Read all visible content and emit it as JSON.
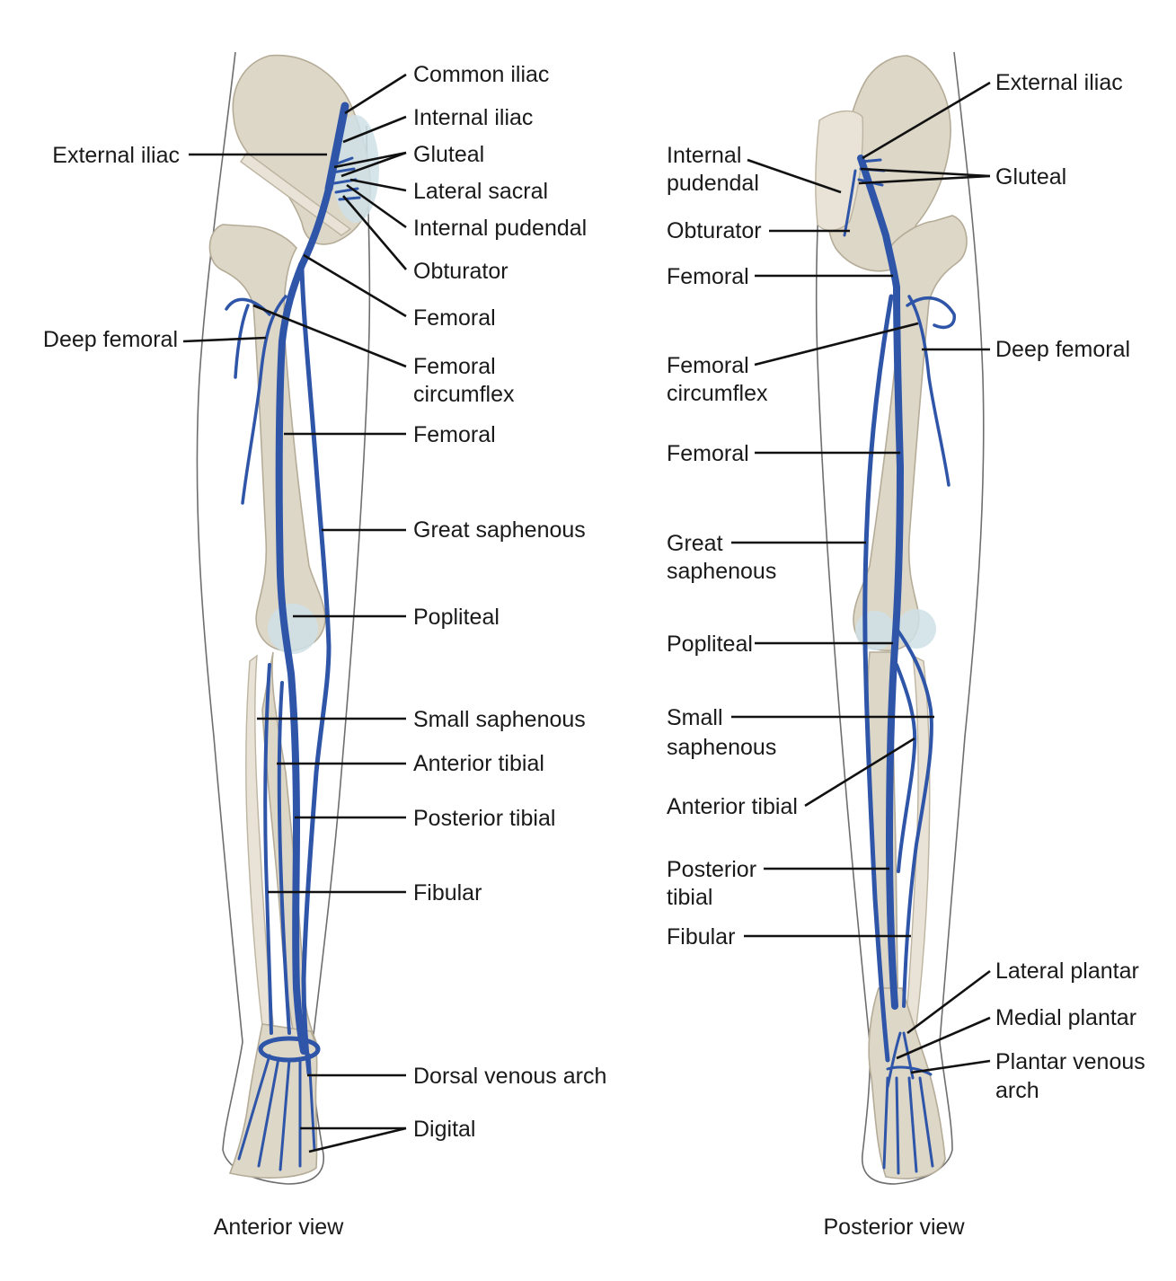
{
  "figure": {
    "views": [
      {
        "caption": "Anterior view",
        "labels": {
          "common_iliac": "Common iliac",
          "internal_iliac": "Internal iliac",
          "external_iliac": "External iliac",
          "gluteal": "Gluteal",
          "lateral_sacral": "Lateral sacral",
          "internal_pudendal": "Internal pudendal",
          "obturator": "Obturator",
          "femoral_upper": "Femoral",
          "deep_femoral": "Deep femoral",
          "femoral_circumflex_1": "Femoral",
          "femoral_circumflex_2": "circumflex",
          "femoral_lower": "Femoral",
          "great_saphenous": "Great saphenous",
          "popliteal": "Popliteal",
          "small_saphenous": "Small saphenous",
          "anterior_tibial": "Anterior tibial",
          "posterior_tibial": "Posterior tibial",
          "fibular": "Fibular",
          "dorsal_venous_arch": "Dorsal venous arch",
          "digital": "Digital"
        }
      },
      {
        "caption": "Posterior view",
        "labels": {
          "external_iliac": "External iliac",
          "internal_pudendal_1": "Internal",
          "internal_pudendal_2": "pudendal",
          "gluteal": "Gluteal",
          "obturator": "Obturator",
          "femoral_upper": "Femoral",
          "deep_femoral": "Deep femoral",
          "femoral_circumflex_1": "Femoral",
          "femoral_circumflex_2": "circumflex",
          "femoral_lower": "Femoral",
          "great_saphenous_1": "Great",
          "great_saphenous_2": "saphenous",
          "popliteal": "Popliteal",
          "small_saphenous_1": "Small",
          "small_saphenous_2": "saphenous",
          "anterior_tibial": "Anterior tibial",
          "posterior_tibial_1": "Posterior",
          "posterior_tibial_2": "tibial",
          "fibular": "Fibular",
          "lateral_plantar": "Lateral plantar",
          "medial_plantar": "Medial plantar",
          "plantar_venous_arch_1": "Plantar venous",
          "plantar_venous_arch_2": "arch"
        }
      }
    ],
    "colors": {
      "vein": "#2f55a8",
      "bone": "#ddd7c8",
      "cartilage": "#cfe0e6",
      "leader": "#111111"
    }
  }
}
